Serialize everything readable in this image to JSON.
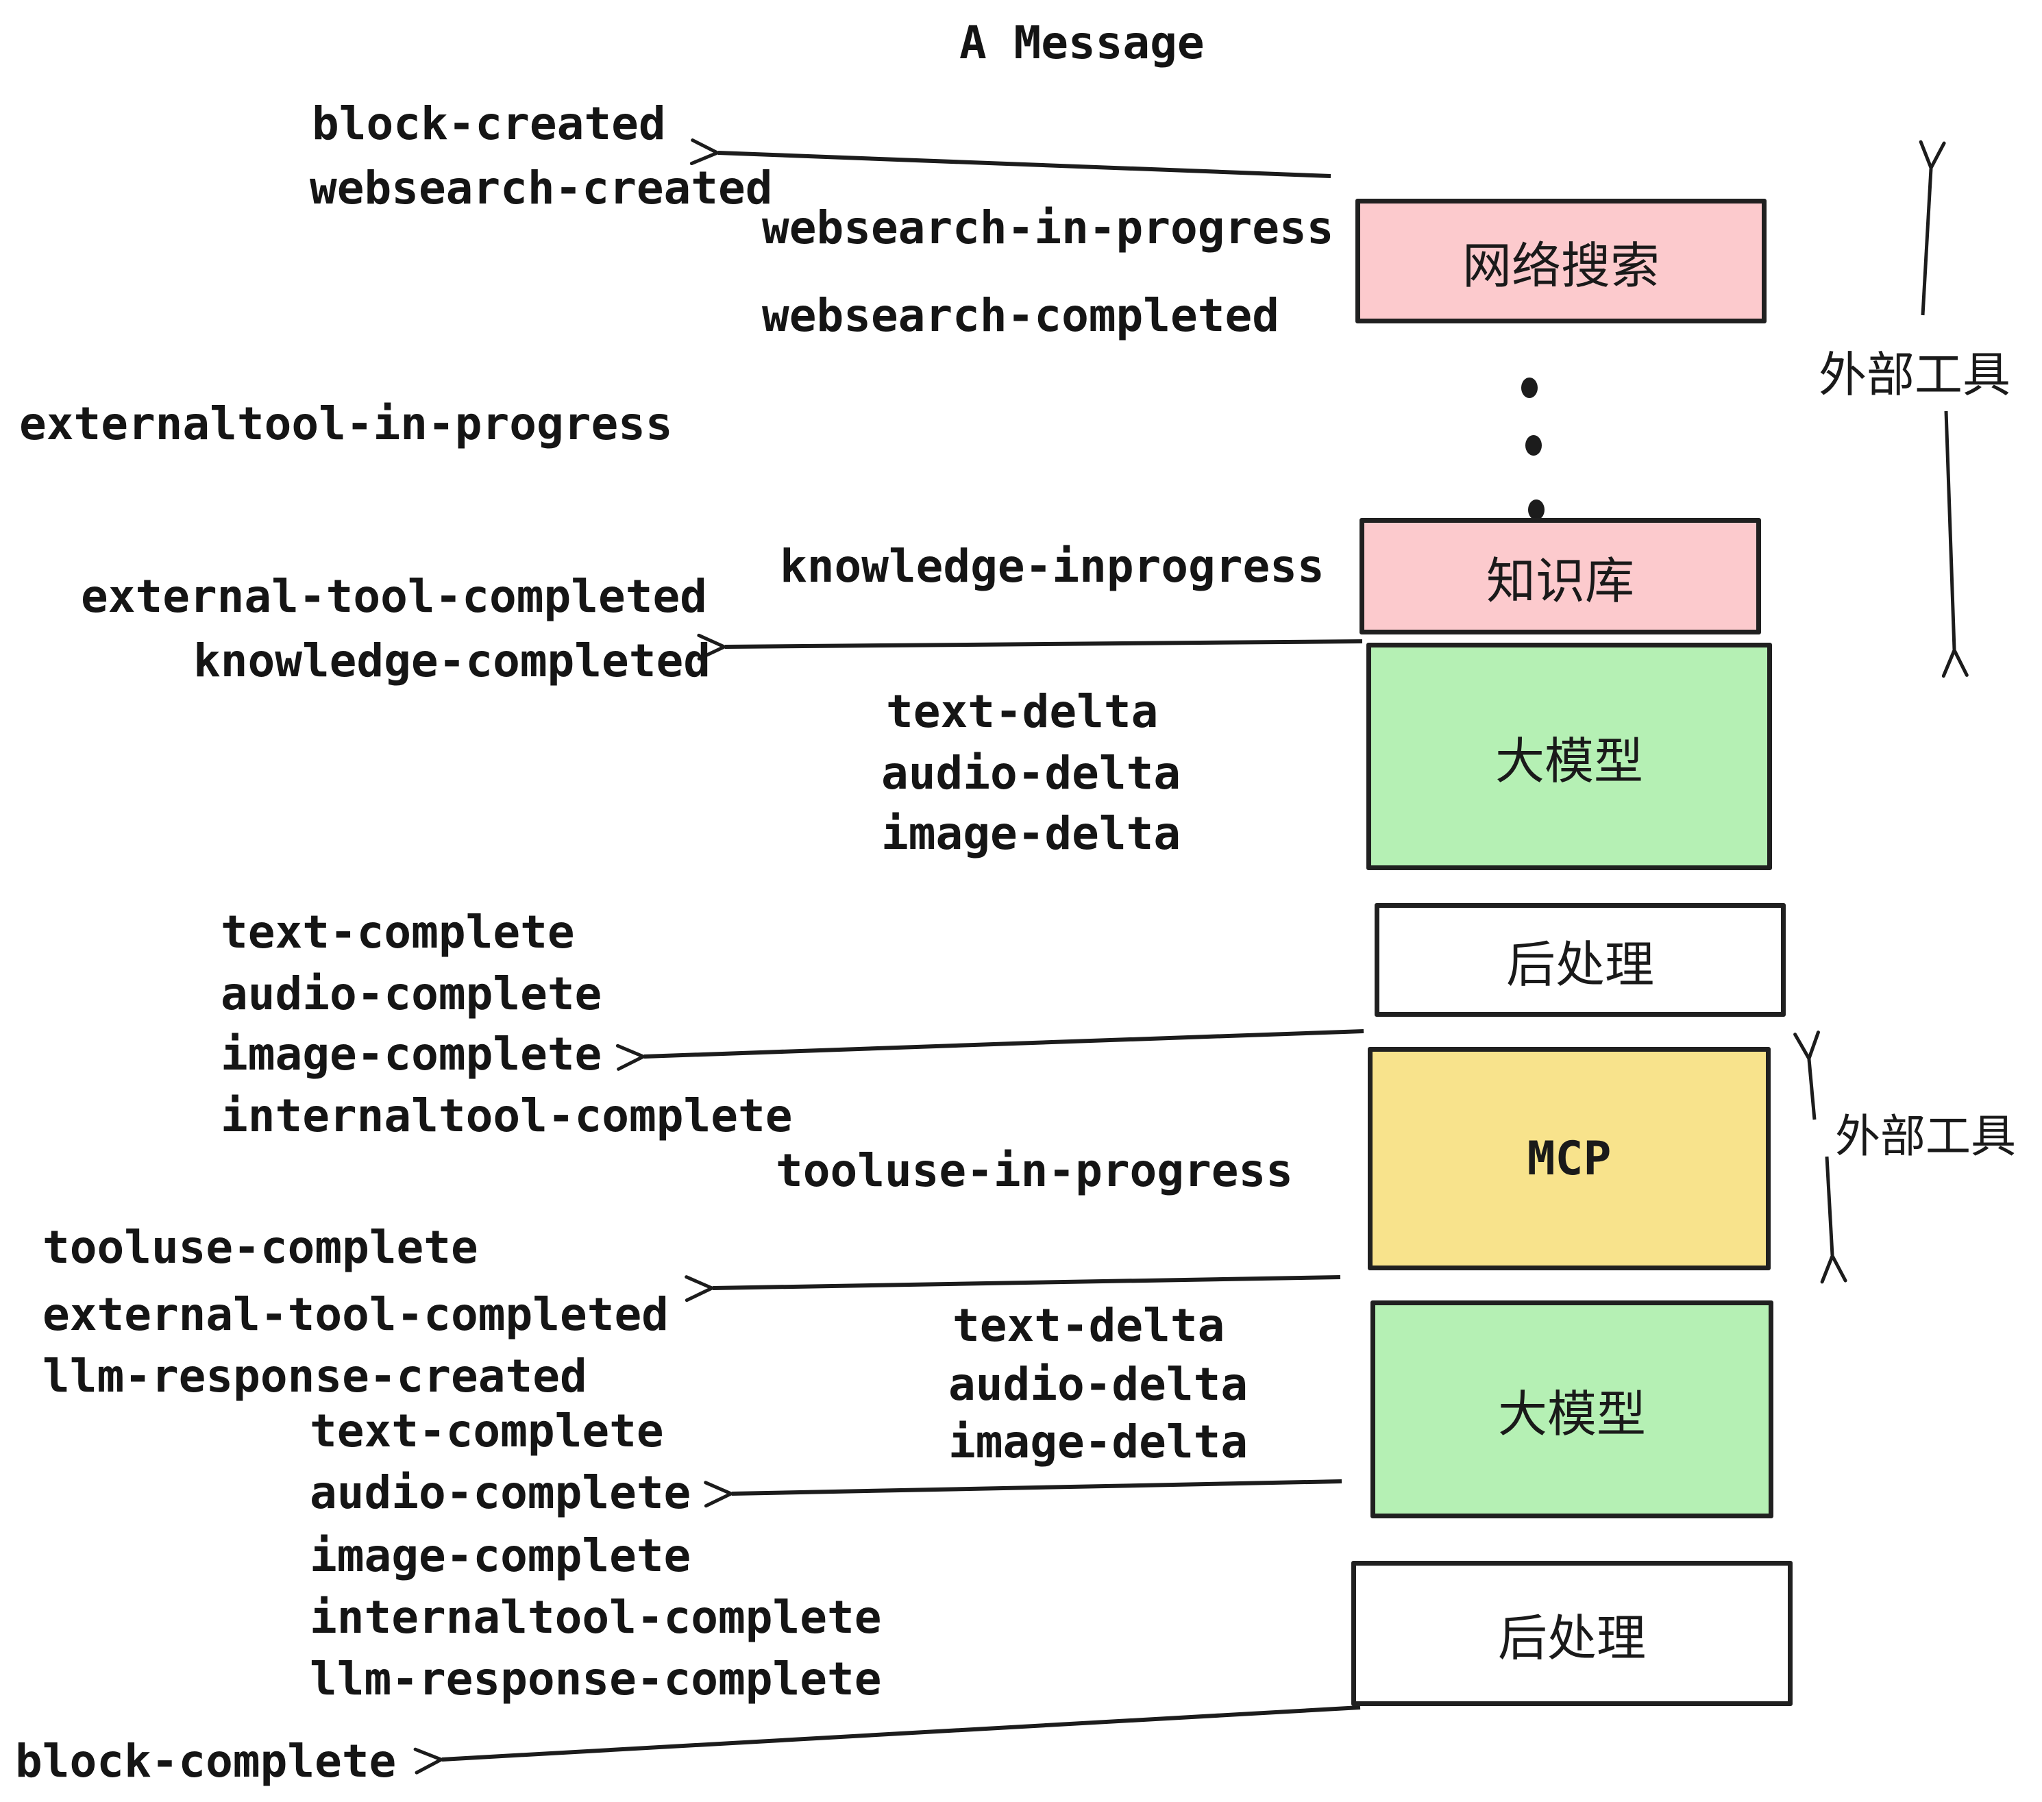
{
  "title": "A Message",
  "colors": {
    "pink": "#fccacd",
    "green": "#b5f0b4",
    "yellow": "#f8e38c",
    "white": "#ffffff",
    "ink": "#1c1c1c"
  },
  "boxes": [
    {
      "id": "websearch",
      "label": "网络搜索",
      "color": "pink"
    },
    {
      "id": "knowledge",
      "label": "知识库",
      "color": "pink"
    },
    {
      "id": "llm-1",
      "label": "大模型",
      "color": "green"
    },
    {
      "id": "postprocess-1",
      "label": "后处理",
      "color": "white"
    },
    {
      "id": "mcp",
      "label": "MCP",
      "color": "yellow"
    },
    {
      "id": "llm-2",
      "label": "大模型",
      "color": "green"
    },
    {
      "id": "postprocess-2",
      "label": "后处理",
      "color": "white"
    }
  ],
  "annotations": [
    {
      "label": "外部工具"
    },
    {
      "label": "外部工具"
    }
  ],
  "events": {
    "block_created": "block-created",
    "websearch_created": "websearch-created",
    "websearch_in_progress": "websearch-in-progress",
    "websearch_completed": "websearch-completed",
    "externaltool_in_progress": "externaltool-in-progress",
    "knowledge_inprogress": "knowledge-inprogress",
    "external_tool_completed": "external-tool-completed",
    "knowledge_completed": "knowledge-completed",
    "text_delta": "text-delta",
    "audio_delta": "audio-delta",
    "image_delta": "image-delta",
    "text_complete": "text-complete",
    "audio_complete": "audio-complete",
    "image_complete": "image-complete",
    "internaltool_complete": "internaltool-complete",
    "tooluse_in_progress": "tooluse-in-progress",
    "tooluse_complete": "tooluse-complete",
    "llm_response_created": "llm-response-created",
    "llm_response_complete": "llm-response-complete",
    "block_complete": "block-complete"
  }
}
